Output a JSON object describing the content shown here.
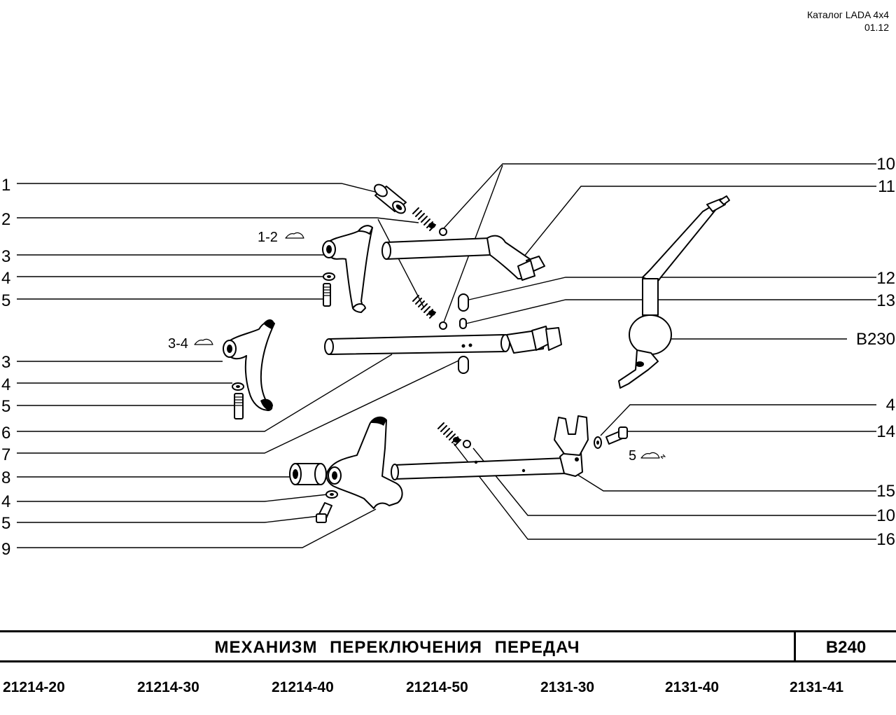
{
  "header": {
    "catalog": "Каталог  LADA  4x4",
    "date": "01.12"
  },
  "callouts": {
    "left": [
      "1",
      "2",
      "3",
      "4",
      "5",
      "3",
      "4",
      "5",
      "6",
      "7",
      "8",
      "4",
      "5",
      "9"
    ],
    "right": [
      "10",
      "11",
      "12",
      "13",
      "B230",
      "4",
      "14",
      "15",
      "10",
      "16"
    ]
  },
  "gear_tags": {
    "g12": "1-2",
    "g34": "3-4",
    "g5": "5"
  },
  "footer": {
    "title": "МЕХАНИЗМ   ПЕРЕКЛЮЧЕНИЯ   ПЕРЕДАЧ",
    "code": "B240",
    "models": [
      "21214-20",
      "21214-30",
      "21214-40",
      "21214-50",
      "2131-30",
      "2131-40",
      "2131-41"
    ]
  }
}
